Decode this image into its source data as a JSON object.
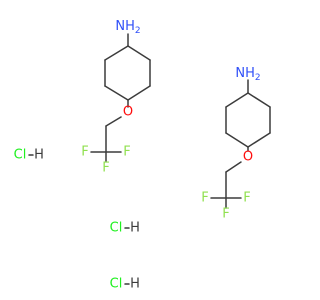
{
  "colors": {
    "bond": "#3c3c3c",
    "nitrogen": "#3050f8",
    "oxygen": "#ff0d0d",
    "fluorine": "#90e050",
    "chlorine": "#1ff01f",
    "hydrogen": "#3c3c3c",
    "background": "#ffffff"
  },
  "molecules": [
    {
      "amine": "NH",
      "amine_h": "2",
      "ether_oxygen": "O",
      "fluorines": [
        "F",
        "F",
        "F"
      ]
    },
    {
      "amine": "NH",
      "amine_h": "2",
      "ether_oxygen": "O",
      "fluorines": [
        "F",
        "F",
        "F"
      ]
    }
  ],
  "salts": [
    {
      "chlorine": "Cl",
      "hydrogen": "H"
    },
    {
      "chlorine": "Cl",
      "hydrogen": "H"
    },
    {
      "chlorine": "Cl",
      "hydrogen": "H"
    }
  ]
}
